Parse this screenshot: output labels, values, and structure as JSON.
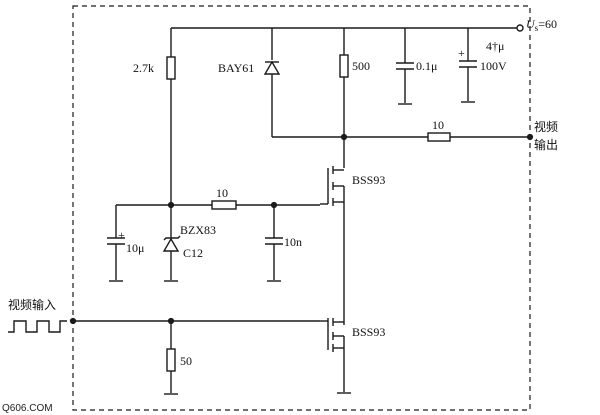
{
  "supply": {
    "prefix": "U",
    "sub": "s",
    "value": "=60"
  },
  "components": {
    "r_top_left": "2.7k",
    "diode_top": "BAY61",
    "r_top_mid": "500",
    "cap_small": "0.1μ",
    "cap_big_value": "4†μ",
    "cap_big_voltage": "100V",
    "r_out": "10",
    "r_gate": "10",
    "cap_left": "10μ",
    "zener_name": "BZX83",
    "zener_value": "C12",
    "cap_mid": "10n",
    "fet_top": "BSS93",
    "fet_bottom": "BSS93",
    "r_bottom": "50",
    "plus_sign": "+"
  },
  "io": {
    "output_line1": "视频",
    "output_line2": "输出",
    "input": "视频输入"
  },
  "watermark": "Q606.COM"
}
